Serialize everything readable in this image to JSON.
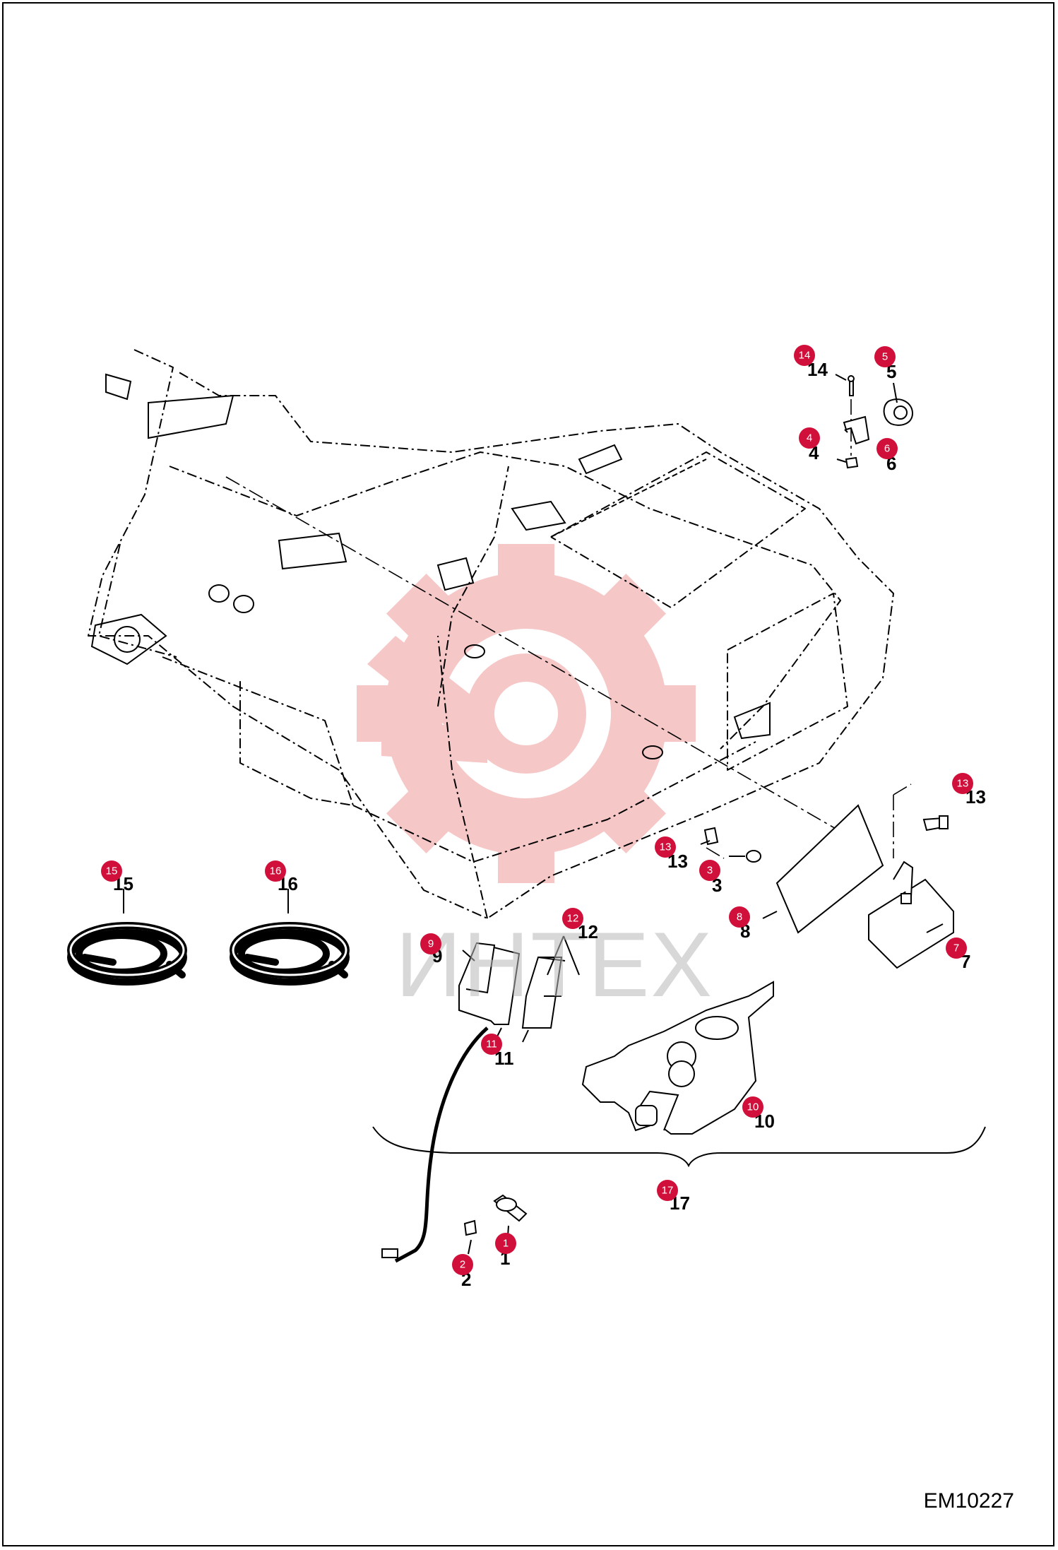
{
  "drawing_code": "EM10227",
  "watermark": {
    "text": "ИНТЕХ"
  },
  "colors": {
    "callout": "#d0103a",
    "watermark_logo": "#f6c2c2",
    "line": "#000000"
  },
  "parts": [
    {
      "id": "part-1",
      "callout": "1",
      "number": "1"
    },
    {
      "id": "part-2",
      "callout": "2",
      "number": "2"
    },
    {
      "id": "part-3",
      "callout": "3",
      "number": "3"
    },
    {
      "id": "part-4",
      "callout": "4",
      "number": "4"
    },
    {
      "id": "part-5",
      "callout": "5",
      "number": "5"
    },
    {
      "id": "part-6",
      "callout": "6",
      "number": "6"
    },
    {
      "id": "part-7",
      "callout": "7",
      "number": "7"
    },
    {
      "id": "part-8",
      "callout": "8",
      "number": "8"
    },
    {
      "id": "part-9",
      "callout": "9",
      "number": "9"
    },
    {
      "id": "part-10",
      "callout": "10",
      "number": "10"
    },
    {
      "id": "part-11",
      "callout": "11",
      "number": "11"
    },
    {
      "id": "part-12",
      "callout": "12",
      "number": "12"
    },
    {
      "id": "part-13a",
      "callout": "13",
      "number": "13"
    },
    {
      "id": "part-13b",
      "callout": "13",
      "number": "13"
    },
    {
      "id": "part-14",
      "callout": "14",
      "number": "14"
    },
    {
      "id": "part-15",
      "callout": "15",
      "number": "15"
    },
    {
      "id": "part-16",
      "callout": "16",
      "number": "16"
    },
    {
      "id": "part-17",
      "callout": "17",
      "number": "17"
    }
  ]
}
